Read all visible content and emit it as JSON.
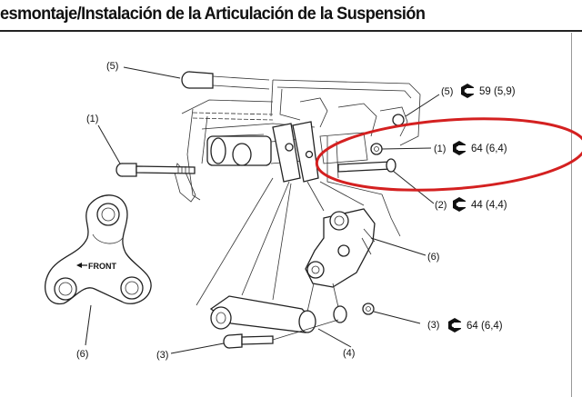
{
  "page": {
    "title": "esmontaje/Instalación de la Articulación de la Suspensión"
  },
  "diagram": {
    "callouts": {
      "c_top_5": "(5)",
      "c_left_1": "(1)",
      "c_right_5": "(5)",
      "c_right_1": "(1)",
      "c_right_2": "(2)",
      "c_right_6": "(6)",
      "c_bottom_6": "(6)",
      "c_bottom_3": "(3)",
      "c_bottom_4": "(4)",
      "c_bottom_right_3": "(3)"
    },
    "torques": {
      "t5": "59 (5,9)",
      "t1": "64 (6,4)",
      "t2": "44 (4,4)",
      "t3": "64 (6,4)"
    },
    "front_label": "FRONT"
  },
  "colors": {
    "highlight_ellipse": "#d42020",
    "line": "#222222"
  },
  "icons": [
    "torque-nut-icon",
    "front-arrow-icon"
  ]
}
